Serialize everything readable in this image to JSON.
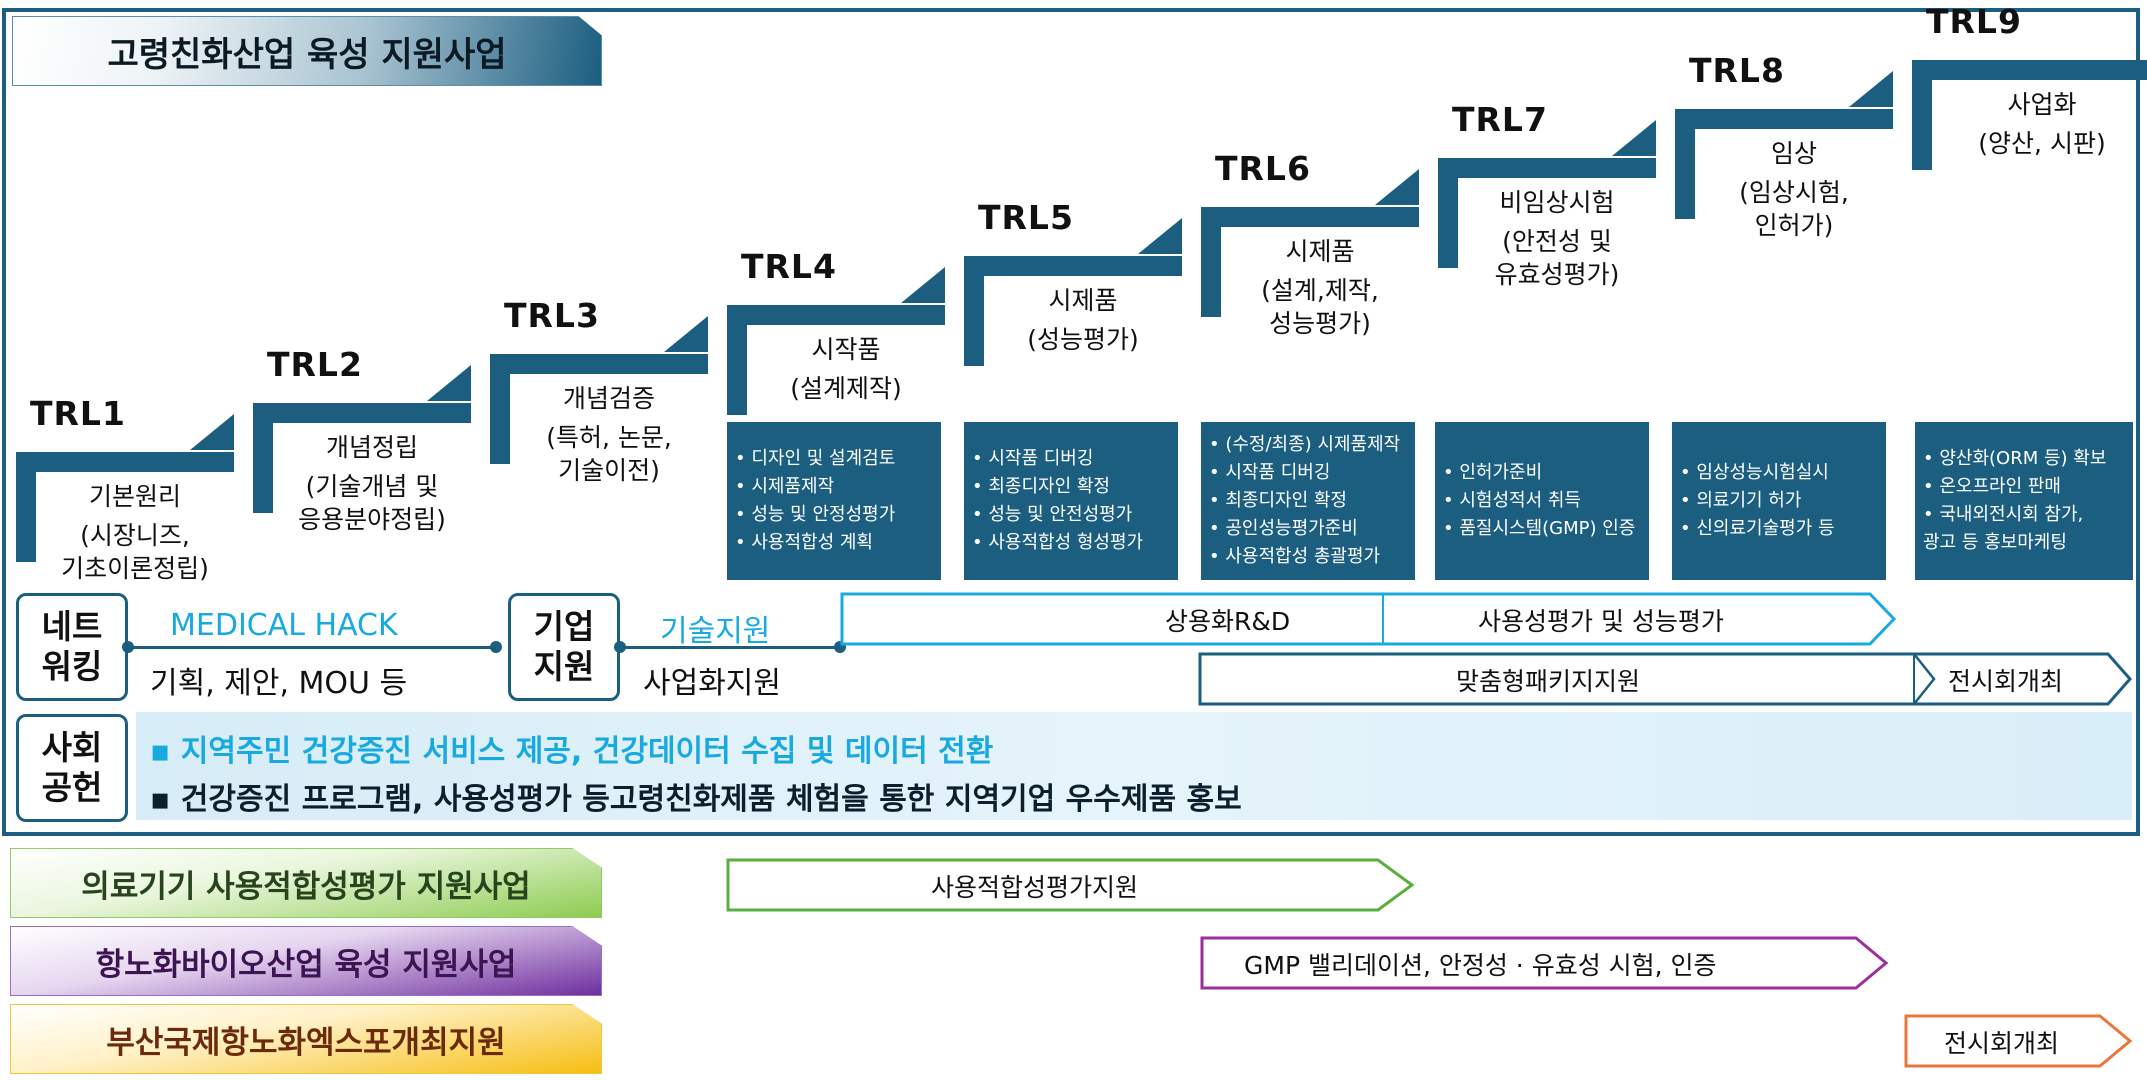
{
  "title": "고령친화산업 육성 지원사업",
  "colors": {
    "primary": "#1b5e80",
    "cyan": "#19a9e1",
    "green": "#5aaf3c",
    "purple": "#9b2f9b",
    "orange": "#e8773a"
  },
  "trl_steps": [
    {
      "label": "TRL1",
      "name": "기본원리",
      "desc_lines": [
        "(시장니즈,",
        "기초이론정립)"
      ]
    },
    {
      "label": "TRL2",
      "name": "개념정립",
      "desc_lines": [
        "(기술개념 및",
        "응용분야정립)"
      ]
    },
    {
      "label": "TRL3",
      "name": "개념검증",
      "desc_lines": [
        "(특허, 논문,",
        "기술이전)"
      ]
    },
    {
      "label": "TRL4",
      "name": "시작품",
      "desc_lines": [
        "(설계제작)"
      ]
    },
    {
      "label": "TRL5",
      "name": "시제품",
      "desc_lines": [
        "(성능평가)"
      ]
    },
    {
      "label": "TRL6",
      "name": "시제품",
      "desc_lines": [
        "(설계,제작,",
        "성능평가)"
      ]
    },
    {
      "label": "TRL7",
      "name": "비임상시험",
      "desc_lines": [
        "(안전성 및",
        "유효성평가)"
      ]
    },
    {
      "label": "TRL8",
      "name": "임상",
      "desc_lines": [
        "(임상시험,",
        "인허가)"
      ]
    },
    {
      "label": "TRL9",
      "name": "사업화",
      "desc_lines": [
        "(양산, 시판)"
      ]
    }
  ],
  "detail_boxes": [
    {
      "stage": "TRL4",
      "items": [
        "• 디자인 및 설계검토",
        "• 시제품제작",
        "• 성능 및 안정성평가",
        "• 사용적합성 계획"
      ]
    },
    {
      "stage": "TRL5",
      "items": [
        "• 시작품 디버깅",
        "• 최종디자인 확정",
        "• 성능 및 안전성평가",
        "• 사용적합성 형성평가"
      ]
    },
    {
      "stage": "TRL6",
      "items": [
        "• (수정/최종) 시제품제작",
        "• 시작품 디버깅",
        "• 최종디자인 확정",
        "• 공인성능평가준비",
        "• 사용적합성 총괄평가"
      ]
    },
    {
      "stage": "TRL7",
      "items": [
        "• 인허가준비",
        "• 시험성적서 취득",
        "• 품질시스템(GMP) 인증"
      ]
    },
    {
      "stage": "TRL8",
      "items": [
        "• 임상성능시험실시",
        "• 의료기기 허가",
        "• 신의료기술평가 등"
      ]
    },
    {
      "stage": "TRL9",
      "items": [
        "• 양산화(ORM 등) 확보",
        "• 온오프라인 판매",
        "• 국내외전시회 참가,",
        "  광고 등 홍보마케팅"
      ]
    }
  ],
  "networking": {
    "box_label_lines": [
      "네트",
      "워킹"
    ],
    "top_text": "MEDICAL HACK",
    "bottom_text": "기획, 제안, MOU 등"
  },
  "company_support": {
    "box_label_lines": [
      "기업",
      "지원"
    ],
    "top_text": "기술지원",
    "bottom_text": "사업화지원"
  },
  "support_arrows": {
    "commercial_rnd": "상용화R&D",
    "usability_eval": "사용성평가 및 성능평가",
    "custom_package": "맞춤형패키지지원",
    "exhibition": "전시회개최"
  },
  "social": {
    "box_label_lines": [
      "사회",
      "공헌"
    ],
    "bullets": [
      "▪ 지역주민 건강증진 서비스 제공, 건강데이터 수집 및 데이터 전환",
      "▪ 건강증진 프로그램, 사용성평가 등고령친화제품 체험을 통한 지역기업 우수제품 홍보"
    ]
  },
  "programs": [
    {
      "name": "의료기기 사용적합성평가 지원사업",
      "arrow_label": "사용적합성평가지원"
    },
    {
      "name": "항노화바이오산업 육성 지원사업",
      "arrow_label": "GMP 밸리데이션, 안정성 · 유효성 시험, 인증"
    },
    {
      "name": "부산국제항노화엑스포개최지원",
      "arrow_label": "전시회개최"
    }
  ]
}
